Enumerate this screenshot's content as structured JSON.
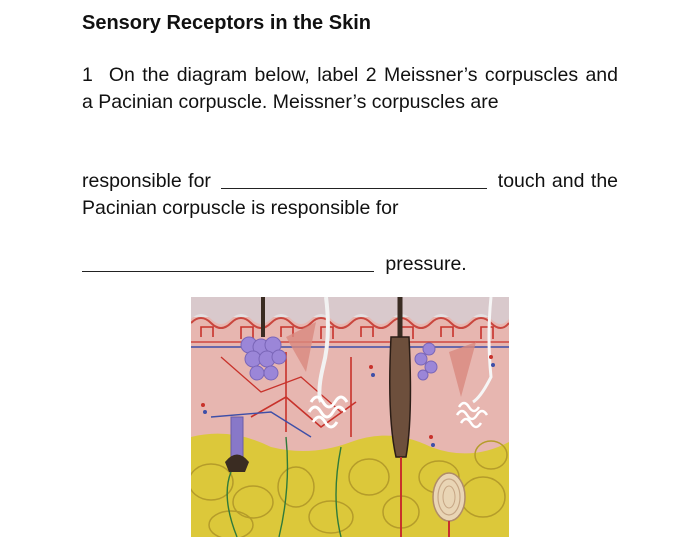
{
  "worksheet": {
    "title": "Sensory Receptors in the Skin",
    "question": {
      "number": "1",
      "text_part1": "On the diagram below, label 2 Meissner’s corpuscles and a Pacinian corpuscle. Meissner’s corpuscles are",
      "text_part2": "responsible for",
      "text_part3": "touch and the Pacinian corpuscle is responsible for",
      "text_part4": "pressure."
    }
  },
  "colors": {
    "dermis": "#e6b2ad",
    "fat": "#dccb3c",
    "nerve_red": "#c8322b",
    "receptor_purple": "#9b86d8",
    "background": "#e4e0e0"
  }
}
